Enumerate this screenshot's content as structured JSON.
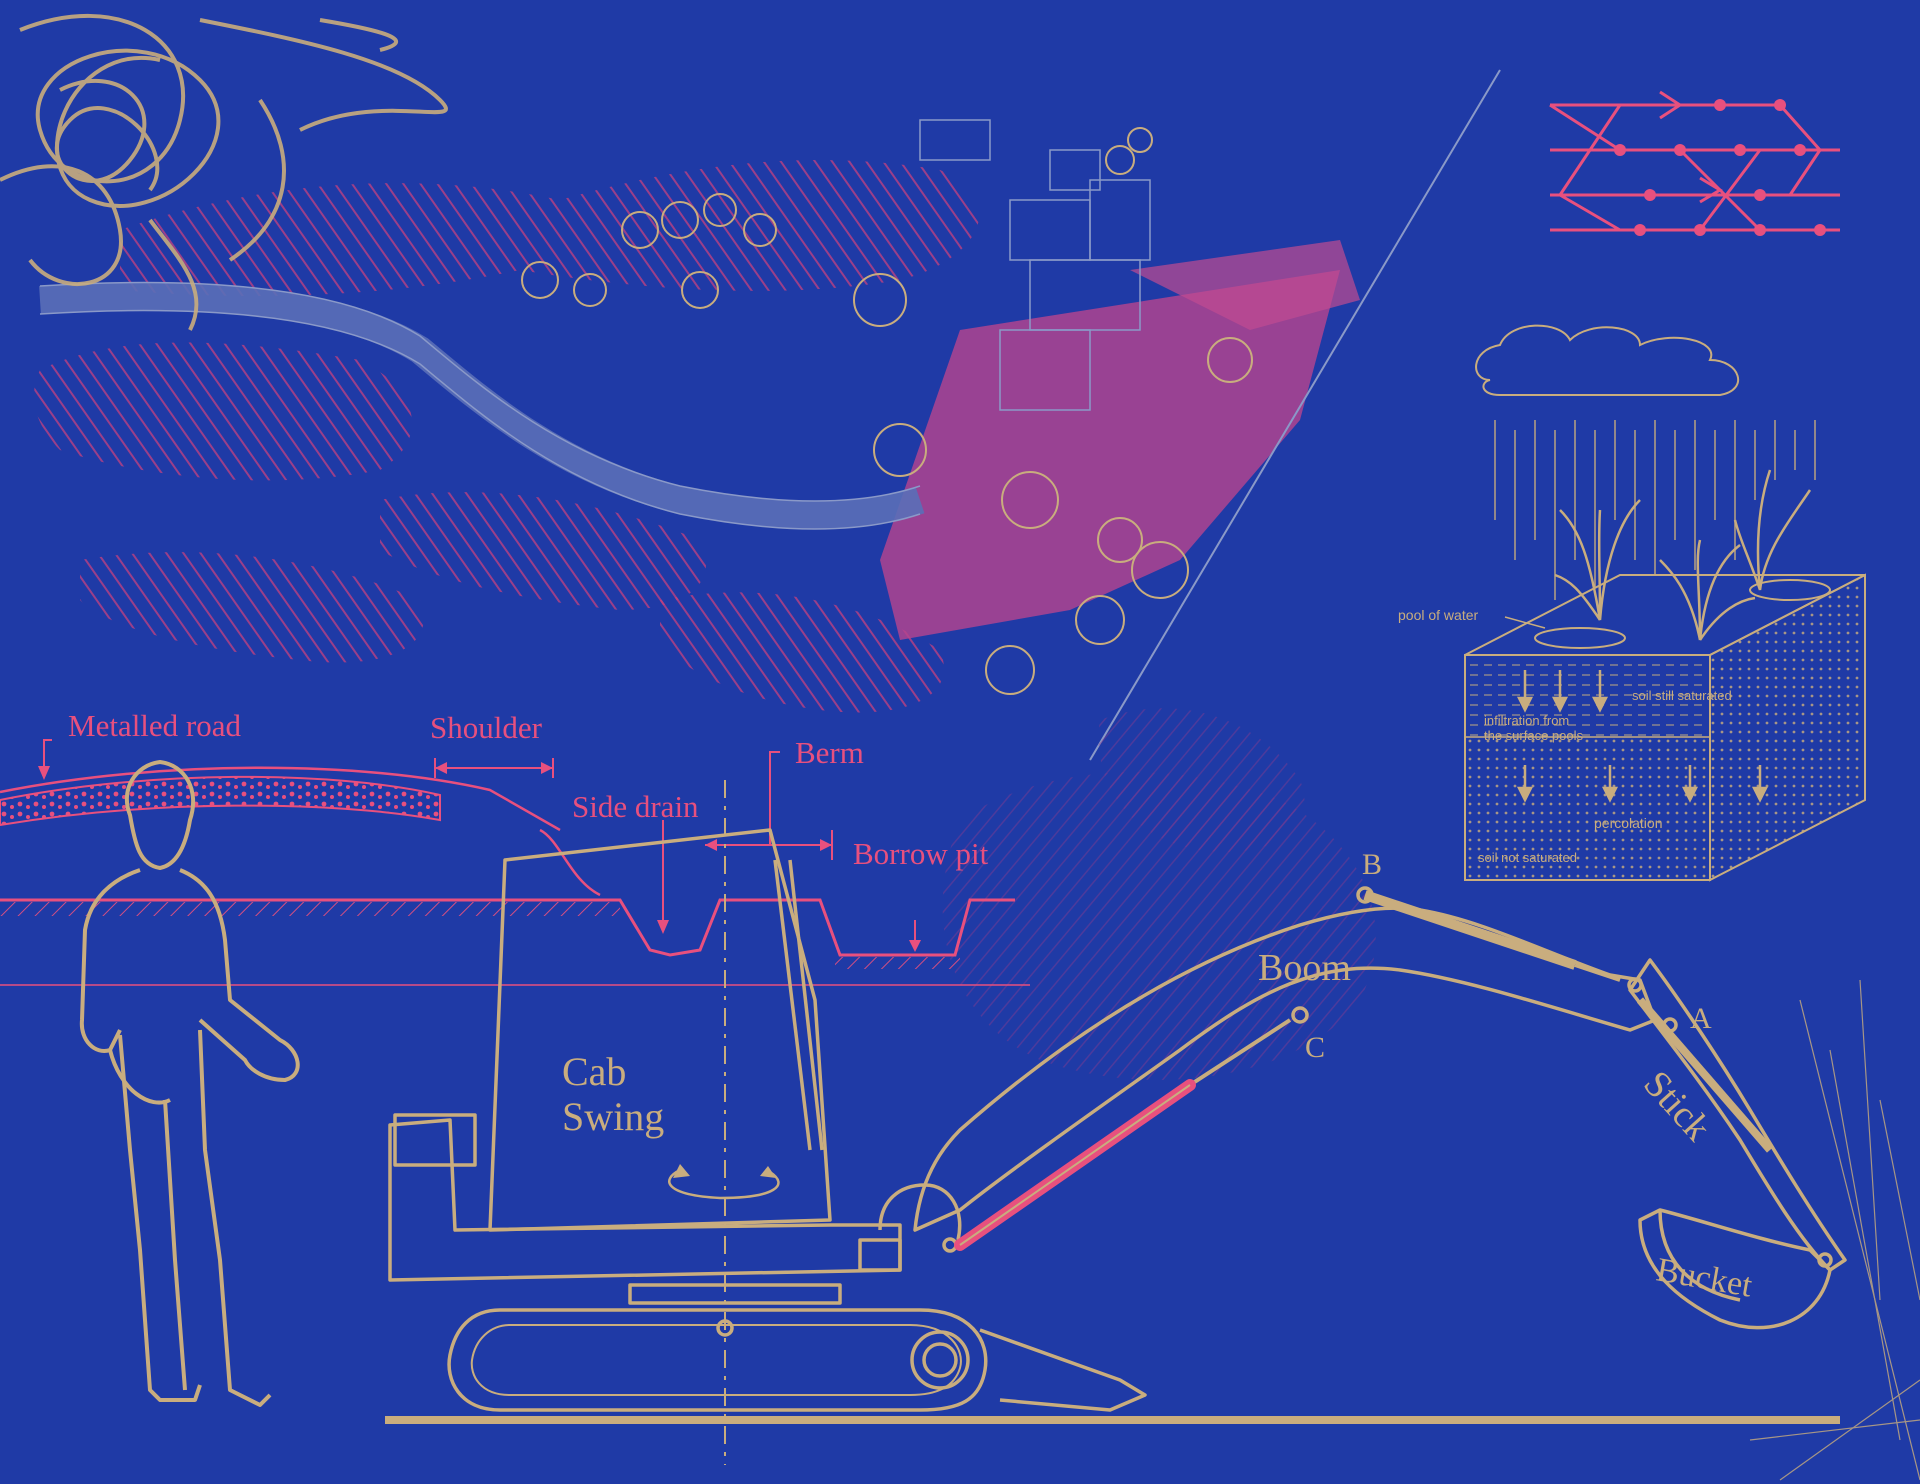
{
  "colors": {
    "background": "#1f3aa6",
    "pink": "#e8507e",
    "tan": "#c9ad7e",
    "hatch": "#9c3f8a",
    "navy_line": "#3e5bc4"
  },
  "road_section": {
    "metalled_road": "Metalled road",
    "shoulder": "Shoulder",
    "berm": "Berm",
    "side_drain": "Side drain",
    "borrow_pit": "Borrow pit"
  },
  "excavator": {
    "cab_line1": "Cab",
    "cab_line2": "Swing",
    "boom": "Boom",
    "stick": "Stick",
    "bucket": "Bucket",
    "point_a": "A",
    "point_b": "B",
    "point_c": "C"
  },
  "soil_diagram": {
    "pool_of_water": "pool of water",
    "soil_still_saturated": "soil still saturated",
    "infiltration_line1": "infiltration from",
    "infiltration_line2": "the surface pools",
    "percolation": "percolation",
    "soil_not_saturated": "soil not saturated"
  },
  "icons": [
    "scribble-icon",
    "network-glyph-icon",
    "cloud-icon",
    "person-silhouette-icon",
    "rotation-arrow-icon"
  ]
}
